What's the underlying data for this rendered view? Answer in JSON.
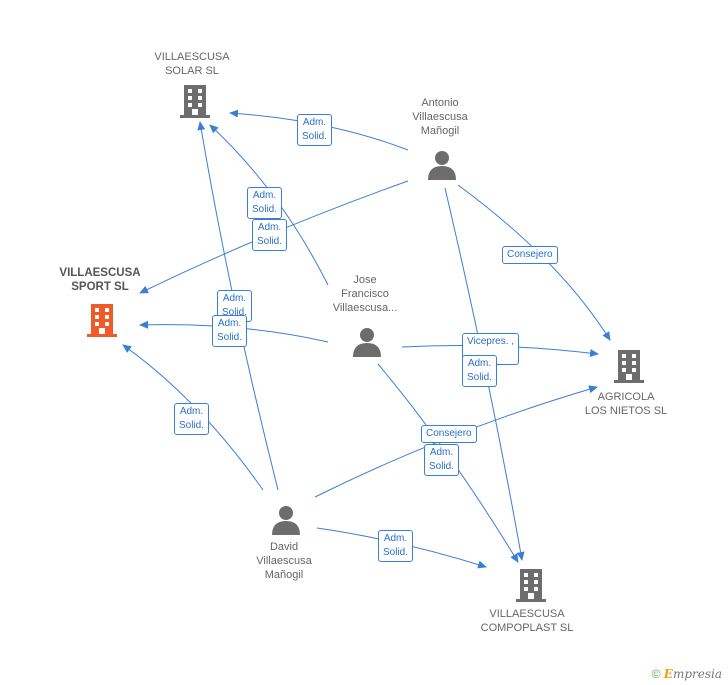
{
  "companies": {
    "solar": {
      "line1": "VILLAESCUSA",
      "line2": "SOLAR SL"
    },
    "sport": {
      "line1": "VILLAESCUSA",
      "line2": "SPORT SL"
    },
    "agricola": {
      "line1": "AGRICOLA",
      "line2": "LOS NIETOS SL"
    },
    "compoplast": {
      "line1": "VILLAESCUSA",
      "line2": "COMPOPLAST SL"
    }
  },
  "persons": {
    "antonio": {
      "line1": "Antonio",
      "line2": "Villaescusa",
      "line3": "Mañogil"
    },
    "jose": {
      "line1": "Jose",
      "line2": "Francisco",
      "line3": "Villaescusa..."
    },
    "david": {
      "line1": "David",
      "line2": "Villaescusa",
      "line3": "Mañogil"
    }
  },
  "edge_labels": {
    "antonio_solar": {
      "l1": "Adm.",
      "l2": "Solid."
    },
    "jose_solar": {
      "l1": "Adm.",
      "l2": "Solid."
    },
    "antonio_sport": {
      "l1": "Adm.",
      "l2": "Solid."
    },
    "david_solar": {
      "l1": "Adm.",
      "l2": "Solid."
    },
    "jose_sport": {
      "l1": "Adm.",
      "l2": "Solid."
    },
    "david_sport": {
      "l1": "Adm.",
      "l2": "Solid."
    },
    "antonio_agricola": {
      "l1": "Consejero"
    },
    "jose_agricola_a": {
      "l1": "Vicepres. ,",
      "l2": "..."
    },
    "jose_agricola_b": {
      "l1": "Adm.",
      "l2": "Solid."
    },
    "david_agricola": {
      "l1": "Consejero"
    },
    "jose_compoplast": {
      "l1": "Adm.",
      "l2": "Solid."
    },
    "david_compoplast": {
      "l1": "Adm.",
      "l2": "Solid."
    }
  },
  "colors": {
    "edge": "#3a7fd6",
    "company_icon": "#6d6d6d",
    "highlight_icon": "#f05a28",
    "person_icon": "#6d6d6d"
  },
  "footer": {
    "copyright": "©",
    "brand_initial": "E",
    "brand_rest": "mpresia"
  }
}
